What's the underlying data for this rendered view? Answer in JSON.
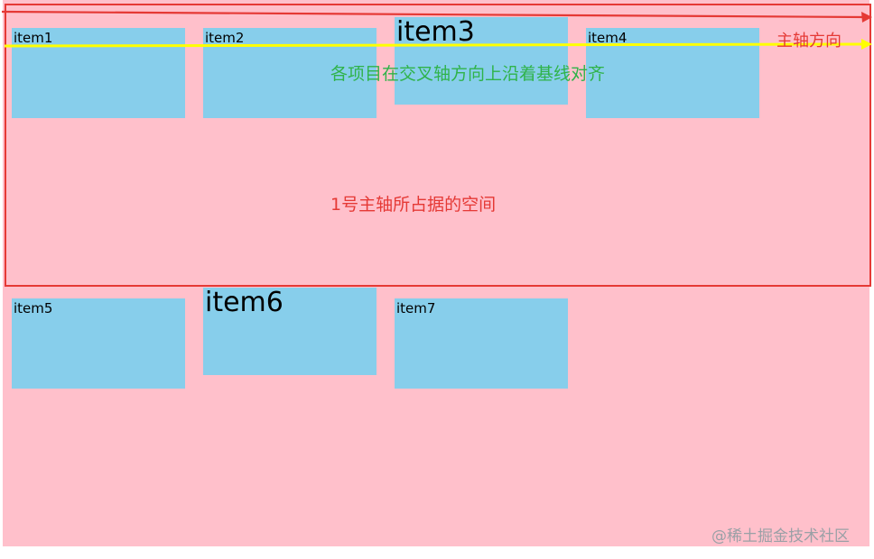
{
  "items": [
    {
      "label": "item1",
      "size": "small"
    },
    {
      "label": "item2",
      "size": "small"
    },
    {
      "label": "item3",
      "size": "large"
    },
    {
      "label": "item4",
      "size": "small"
    },
    {
      "label": "item5",
      "size": "small"
    },
    {
      "label": "item6",
      "size": "large"
    },
    {
      "label": "item7",
      "size": "small"
    }
  ],
  "annotations": {
    "main_axis": "主轴方向",
    "baseline_note": "各项目在交叉轴方向上沿着基线对齐",
    "line_space": "1号主轴所占据的空间"
  },
  "watermark": "@稀土掘金技术社区",
  "colors": {
    "container_bg": "#ffc0cb",
    "item_bg": "#87ceeb",
    "main_axis": "#e53935",
    "baseline": "#ffff00",
    "baseline_note": "#2fb34a",
    "line_space": "#e53935",
    "watermark": "#9aa0a6"
  }
}
